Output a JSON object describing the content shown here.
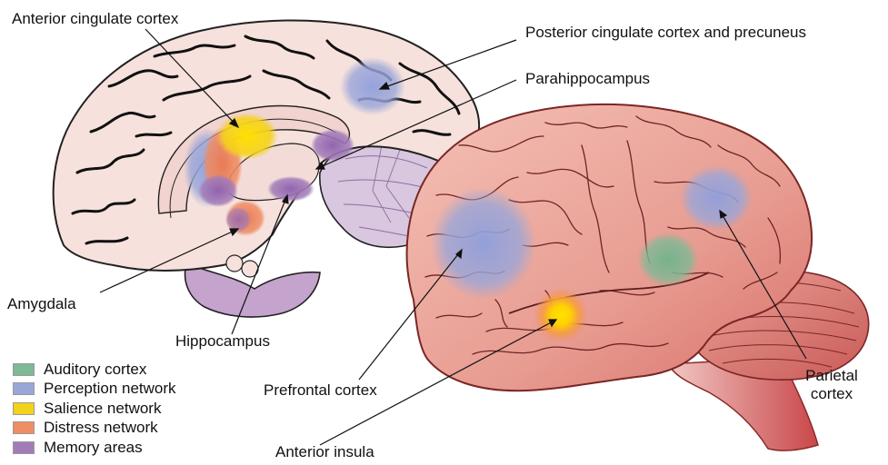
{
  "labels": {
    "anterior_cingulate": "Anterior cingulate cortex",
    "posterior_cingulate": "Posterior cingulate cortex and precuneus",
    "parahippocampus": "Parahippocampus",
    "amygdala": "Amygdala",
    "hippocampus": "Hippocampus",
    "prefrontal": "Prefrontal cortex",
    "anterior_insula": "Anterior insula",
    "parietal": "Parietal cortex"
  },
  "legend": [
    {
      "label": "Auditory cortex",
      "color": "#7fb996"
    },
    {
      "label": "Perception network",
      "color": "#9aa6d8"
    },
    {
      "label": "Salience network",
      "color": "#f2d21a"
    },
    {
      "label": "Distress network",
      "color": "#ef8d63"
    },
    {
      "label": "Memory areas",
      "color": "#a27cb8"
    }
  ],
  "colors": {
    "brain_sagittal": "#f6e1dd",
    "brain_lateral": "#e8908a",
    "cerebellum_medial": "#d9c6df",
    "brainstem_medial": "#c4a3cd",
    "outline": "#222222"
  }
}
